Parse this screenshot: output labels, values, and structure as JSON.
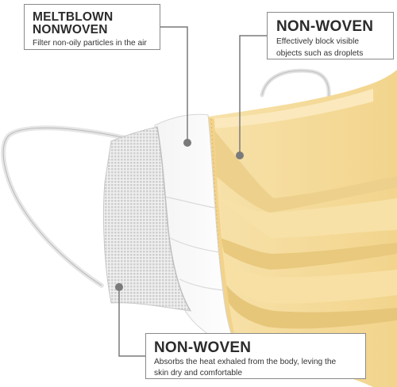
{
  "colors": {
    "mask_yellow": "#f6dc9c",
    "mask_yellow_light": "#fbeac0",
    "mask_yellow_shadow": "#e4c77f",
    "white_layer": "#ffffff",
    "mesh_layer": "#dcdcdc",
    "callout_border": "#8a8a8a",
    "leader_line": "#7a7a7a"
  },
  "callouts": {
    "meltblown": {
      "title_line1": "MELTBLOWN",
      "title_line2": "NONWOVEN",
      "description": "Filter non-oily particles in the air"
    },
    "outer": {
      "title": "NON-WOVEN",
      "description_line1": "Effectively block visible",
      "description_line2": "objects such as droplets"
    },
    "inner": {
      "title": "NON-WOVEN",
      "description_line1": "Absorbs the heat exhaled from the body, leving the",
      "description_line2": "skin dry and comfortable"
    }
  },
  "icons": {
    "leader_marker": "filled-circle"
  }
}
